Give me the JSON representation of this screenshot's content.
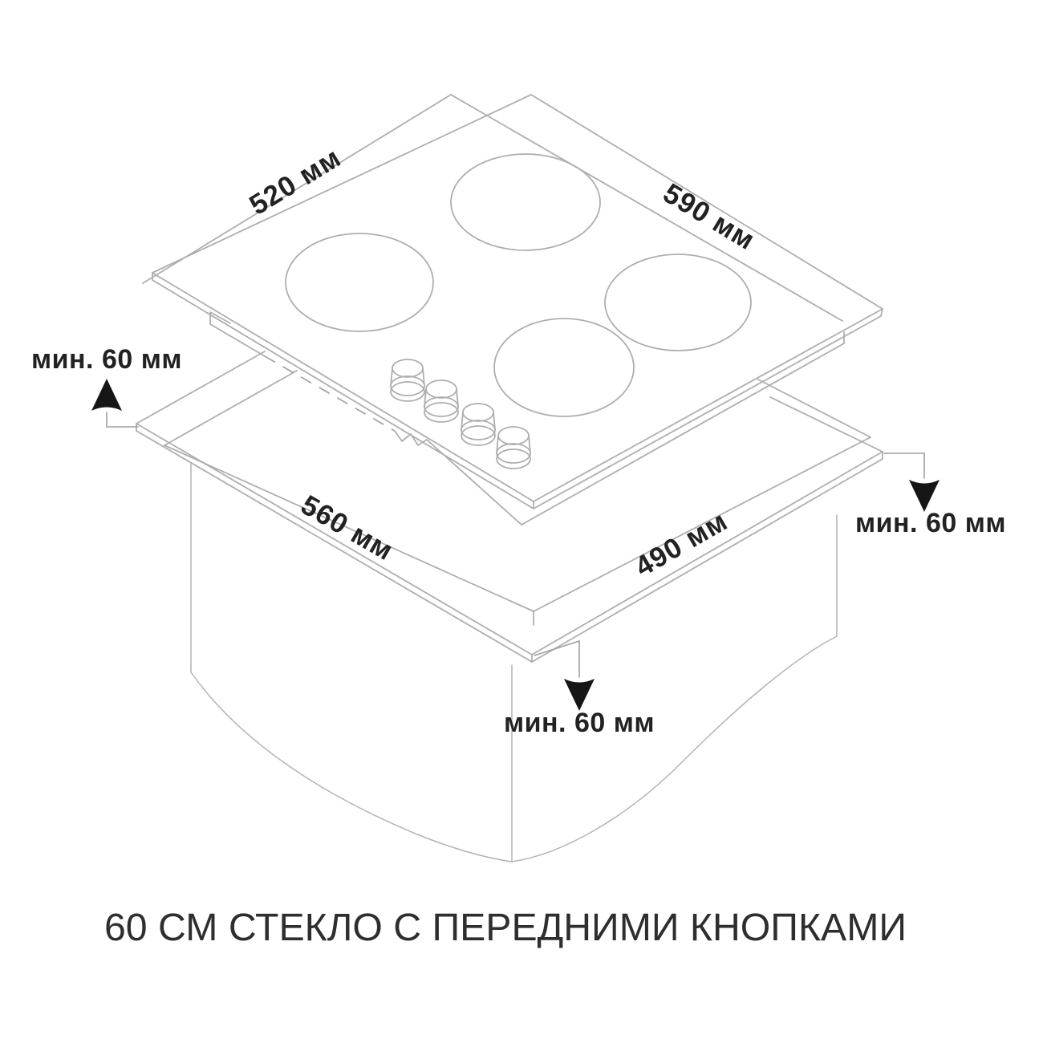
{
  "diagram": {
    "title_caption": "60 СМ СТЕКЛО С ПЕРЕДНИМИ КНОПКАМИ",
    "dimensions": {
      "hob_width_left_edge": "520 мм",
      "hob_width_right_edge": "590 мм",
      "cutout_width_left_edge": "560 мм",
      "cutout_width_right_edge": "490 мм"
    },
    "clearances": {
      "left": "мин. 60 мм",
      "right": "мин. 60 мм",
      "bottom": "мин. 60 мм"
    },
    "colors": {
      "background": "#ffffff",
      "line": "#aeaeae",
      "text": "#222222",
      "arrow": "#161616"
    }
  }
}
